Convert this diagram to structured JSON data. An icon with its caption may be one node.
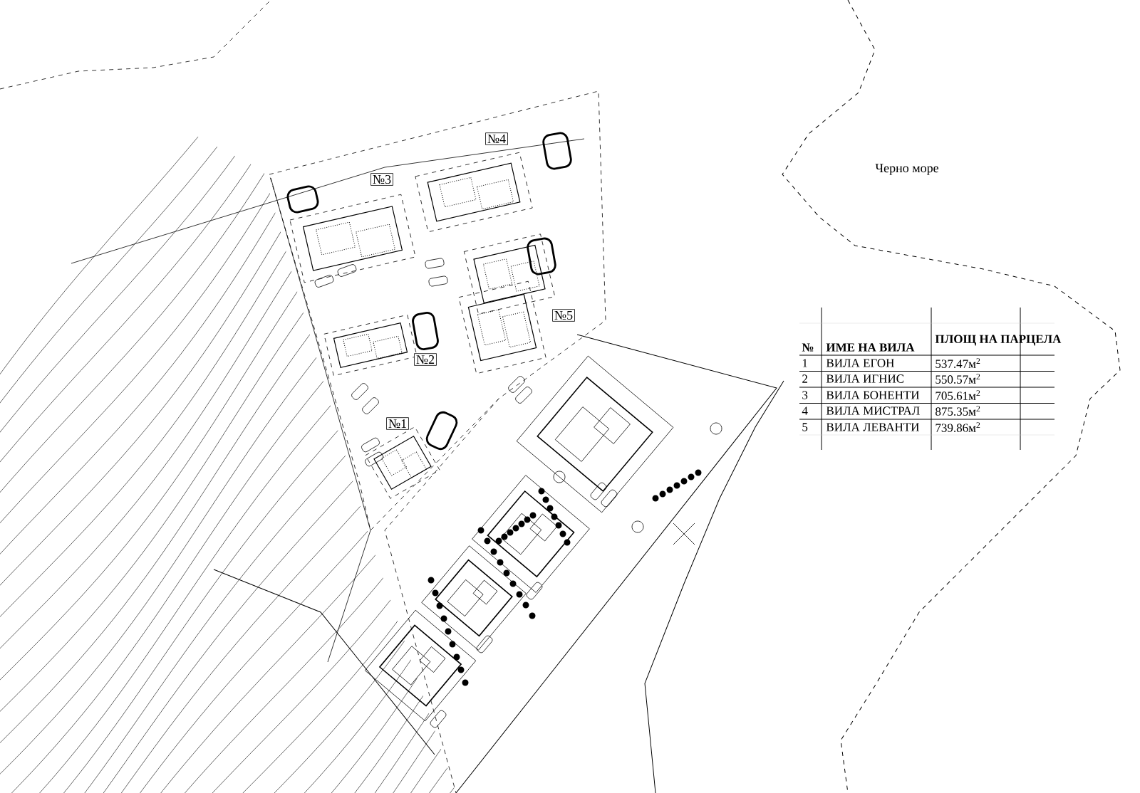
{
  "diagram": {
    "labels": [
      "№4",
      "Черно море",
      "№3",
      "№5",
      "№2",
      "№1",
      "№",
      "ИМЕ НА ВИЛА",
      "ПЛОЩ НА ПАРЦЕЛА",
      "1",
      "ВИЛА ЕГОН",
      "537.47м$^{2}$",
      "2",
      "ВИЛА ИГНИС",
      "550.57м$^{2}$",
      "3",
      "ВИЛА БОНЕНТИ",
      "705.61м$^{2}$",
      "4",
      "ВИЛА МИСТРАЛ",
      "875.35м$^{2}$",
      "5",
      "ВИЛА ЛЕВАНТИ",
      "739.86м$^{2}$"
    ]
  }
}
